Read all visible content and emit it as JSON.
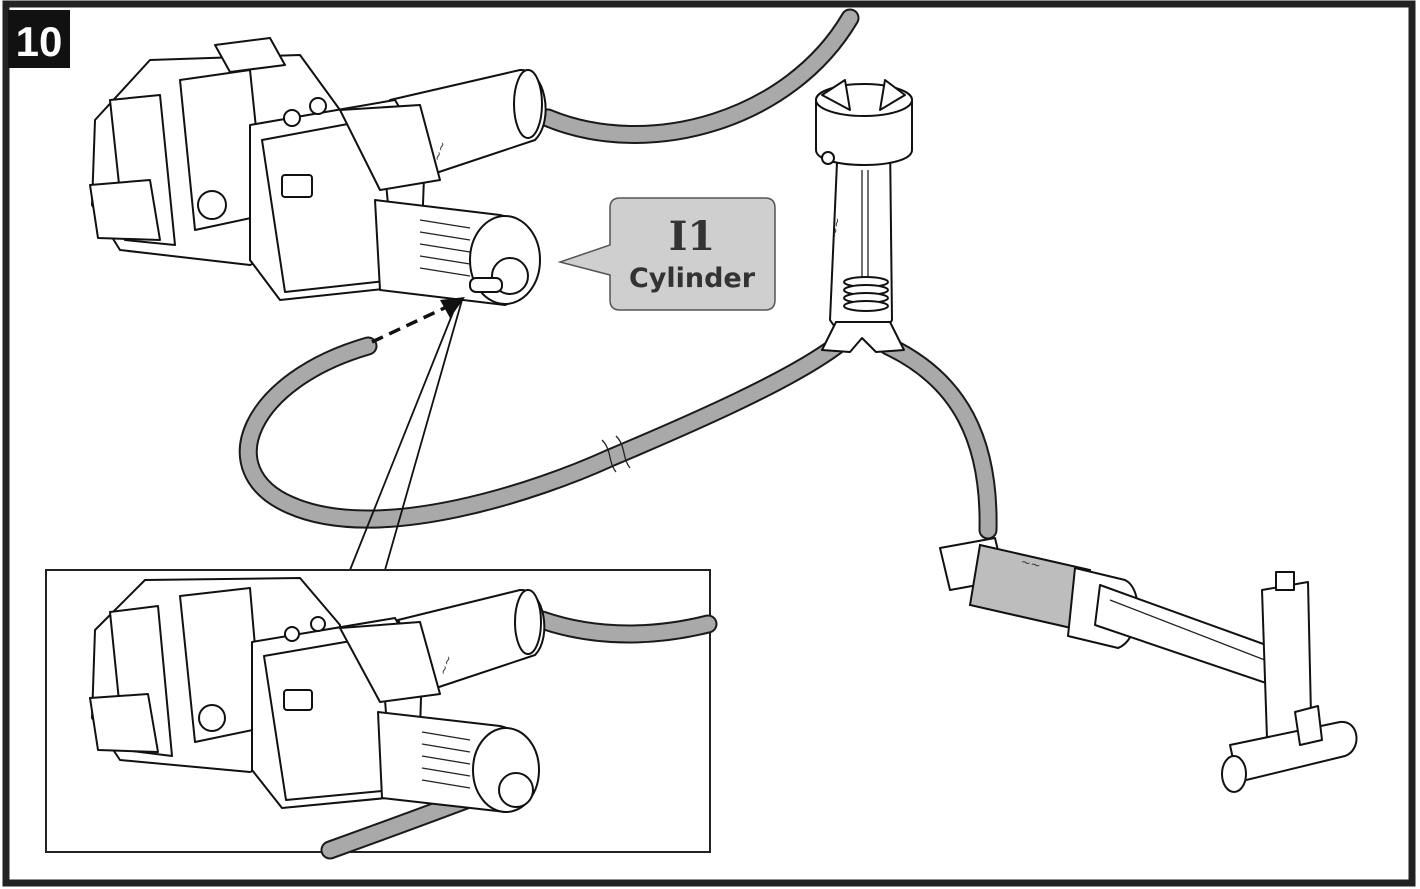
{
  "step": {
    "number": "10"
  },
  "callout": {
    "code": "I1",
    "name": "Cylinder",
    "fill_color": "#cfcfcf"
  },
  "colors": {
    "outline": "#111111",
    "tube": "#a9a9a9",
    "frame": "#222222",
    "background": "#ffffff"
  }
}
